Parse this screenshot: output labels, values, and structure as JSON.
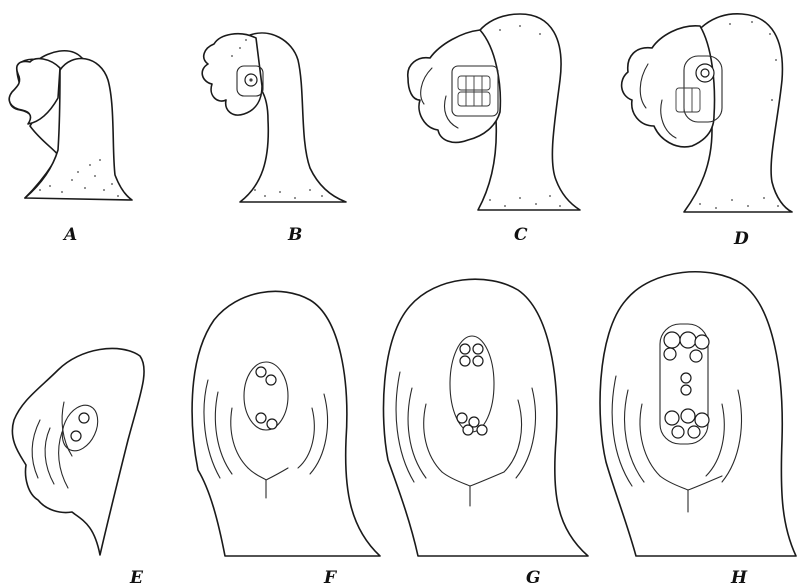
{
  "figure": {
    "panels": [
      {
        "id": "A",
        "label": "A"
      },
      {
        "id": "B",
        "label": "B"
      },
      {
        "id": "C",
        "label": "C"
      },
      {
        "id": "D",
        "label": "D"
      },
      {
        "id": "E",
        "label": "E"
      },
      {
        "id": "F",
        "label": "F"
      },
      {
        "id": "G",
        "label": "G"
      },
      {
        "id": "H",
        "label": "H"
      }
    ]
  }
}
